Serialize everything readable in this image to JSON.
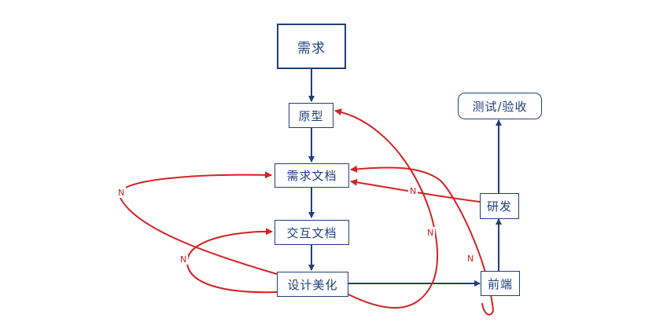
{
  "nodes": {
    "requirement": "需求",
    "prototype": "原型",
    "req_doc": "需求文档",
    "interaction_doc": "交互文档",
    "design": "设计美化",
    "frontend": "前端",
    "develop": "研发",
    "test": "测试/验收"
  },
  "labels": {
    "n_left_top": "N",
    "n_left_bottom": "N",
    "n_develop": "N",
    "n_middle": "N",
    "n_right": "N"
  },
  "colors": {
    "node_border": "#1f3f7a",
    "flow_arrow": "#1f3f7a",
    "reject_arrow": "#d42222"
  }
}
